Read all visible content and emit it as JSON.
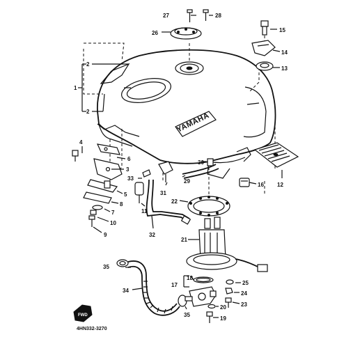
{
  "logo": "YAMAHA",
  "drawing_code": "4HN332-3270",
  "callouts": {
    "c1": "1",
    "c2a": "2",
    "c2b": "2",
    "c3": "3",
    "c4": "4",
    "c5": "5",
    "c6": "6",
    "c7": "7",
    "c8": "8",
    "c9": "9",
    "c10": "10",
    "c11": "11",
    "c12": "12",
    "c13": "13",
    "c14": "14",
    "c15": "15",
    "c16": "16",
    "c17": "17",
    "c18": "18",
    "c19": "19",
    "c20": "20",
    "c21": "21",
    "c22": "22",
    "c23": "23",
    "c24": "24",
    "c25": "25",
    "c26": "26",
    "c27": "27",
    "c28": "28",
    "c29": "29",
    "c30": "30",
    "c31": "31",
    "c32": "32",
    "c33": "33",
    "c34": "34",
    "c35a": "35",
    "c35b": "35"
  },
  "fwd_label": "FWD"
}
